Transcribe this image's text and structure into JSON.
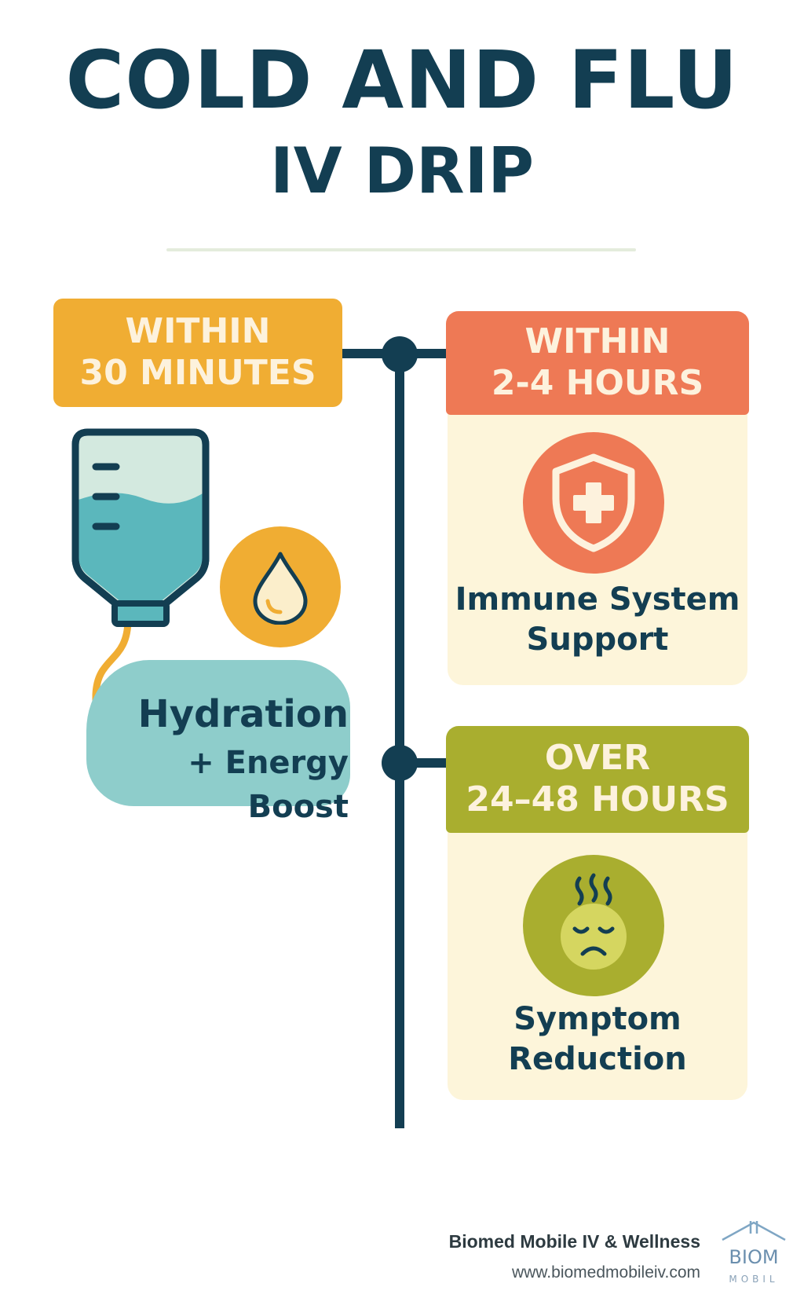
{
  "title": {
    "line1": "COLD AND FLU",
    "line2": "IV DRIP"
  },
  "stages": [
    {
      "time_line1": "WITHIN",
      "time_line2": "30 MINUTES",
      "benefit_line1": "Hydration",
      "benefit_line2": "+ Energy Boost",
      "icon": "iv-bag-icon",
      "color": "#f0ad33"
    },
    {
      "time_line1": "WITHIN",
      "time_line2": "2-4 HOURS",
      "benefit_line1": "Immune System",
      "benefit_line2": "Support",
      "icon": "shield-cross-icon",
      "color": "#ee7955"
    },
    {
      "time_line1": "OVER",
      "time_line2": "24–48 HOURS",
      "benefit_line1": "Symptom",
      "benefit_line2": "Reduction",
      "icon": "sick-face-icon",
      "color": "#a9ae2f"
    }
  ],
  "footer": {
    "company": "Biomed Mobile IV & Wellness",
    "url": "www.biomedmobileiv.com",
    "logo_text_top": "BIOM",
    "logo_text_bottom": "MOBIL"
  },
  "colors": {
    "navy": "#133e52",
    "teal": "#8ecdcb",
    "cream": "#fdf5da"
  }
}
